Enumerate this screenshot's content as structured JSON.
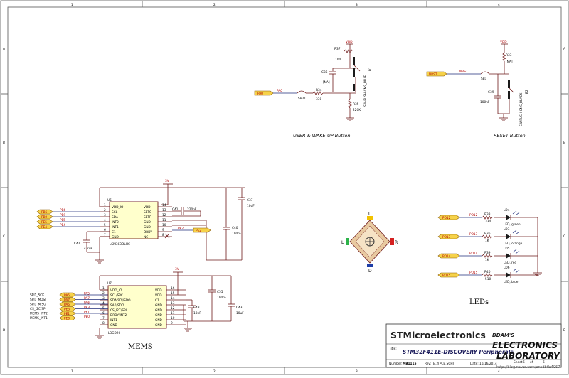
{
  "frame": {
    "cols": [
      "1",
      "2",
      "3",
      "4"
    ],
    "rows": [
      "A",
      "B",
      "C",
      "D"
    ]
  },
  "user_button": {
    "vdd": "VDD",
    "r37": "R37",
    "r37_val": "100",
    "c36": "C36",
    "c36_val": "[NA]",
    "r34": "R34",
    "r34_val": "330",
    "r35": "R35",
    "r35_val": "220K",
    "sb21": "SB21",
    "net": "PA0",
    "port": "PA0",
    "switch": "SW-PUSH-CMS_BLUE",
    "b1": "B1",
    "caption": "USER & WAKE-UP Button"
  },
  "reset_button": {
    "vdd": "VDD",
    "r33": "R33",
    "r33_val": "[NA]",
    "c39": "C39",
    "c39_val": "100nF",
    "sb1": "SB1",
    "net": "NRST",
    "port": "NRST",
    "switch": "SW-PUSH-CMS_BLACK",
    "b2": "B2",
    "caption": "RESET Button"
  },
  "lsm": {
    "ref": "U5",
    "part": "LSM303DLHC",
    "supply": "3V",
    "left_pins": [
      {
        "name": "VDD_IO",
        "num": "1"
      },
      {
        "name": "SCL",
        "num": "2"
      },
      {
        "name": "SDA",
        "num": "3"
      },
      {
        "name": "INT2",
        "num": "4"
      },
      {
        "name": "INT1",
        "num": "5"
      },
      {
        "name": "C1",
        "num": "6"
      },
      {
        "name": "GND",
        "num": "7"
      }
    ],
    "right_pins": [
      {
        "name": "VDD",
        "num": "14"
      },
      {
        "name": "SETC",
        "num": "13"
      },
      {
        "name": "SETP",
        "num": "12"
      },
      {
        "name": "GND",
        "num": "11"
      },
      {
        "name": "GND",
        "num": "10"
      },
      {
        "name": "DRDY",
        "num": "9"
      },
      {
        "name": "NC",
        "num": "8"
      }
    ],
    "ports": [
      {
        "port": "PB6",
        "net": "PB6"
      },
      {
        "port": "PB9",
        "net": "PB9"
      },
      {
        "port": "PE5",
        "net": "PE5"
      },
      {
        "port": "PE4",
        "net": "PE4"
      }
    ],
    "drdy_net": "PE2",
    "drdy_port": "PE2",
    "c41": "C41",
    "c41_val": "220nF",
    "c42": "C42",
    "c42_val": "4.7uF",
    "c40": "C40",
    "c40_val": "100nF",
    "c37": "C37",
    "c37_val": "10uF"
  },
  "l3gd": {
    "ref": "U7",
    "part": "L3GD20",
    "supply": "3V",
    "left_pins": [
      {
        "name": "VDD_IO",
        "num": "1"
      },
      {
        "name": "SCL/SPC",
        "num": "2"
      },
      {
        "name": "SDA/SDI/SDO",
        "num": "3"
      },
      {
        "name": "SA0/SDO",
        "num": "4"
      },
      {
        "name": "CS_I2C/SPI",
        "num": "5"
      },
      {
        "name": "DRDY/INT2",
        "num": "6"
      },
      {
        "name": "INT1",
        "num": "7"
      },
      {
        "name": "GND",
        "num": "8"
      }
    ],
    "right_pins": [
      {
        "name": "VDD",
        "num": "16"
      },
      {
        "name": "VDD",
        "num": "15"
      },
      {
        "name": "C1",
        "num": "14"
      },
      {
        "name": "GND",
        "num": "13"
      },
      {
        "name": "GND",
        "num": "12"
      },
      {
        "name": "GND",
        "num": "11"
      },
      {
        "name": "GND",
        "num": "10"
      },
      {
        "name": "GND",
        "num": "9"
      }
    ],
    "signals": [
      {
        "label": "SPI1_SCK",
        "port": "PA5",
        "net": "PA5"
      },
      {
        "label": "SPI1_MOSI",
        "port": "PA7",
        "net": "PA7"
      },
      {
        "label": "SPI1_MISO",
        "port": "PA6",
        "net": "PA6"
      },
      {
        "label": "CS_I2C/SPI",
        "port": "PE3",
        "net": "PE3"
      },
      {
        "label": "MEMS_INT2",
        "port": "PE1",
        "net": "PE1"
      },
      {
        "label": "MEMS_INT1",
        "port": "PE0",
        "net": "PE0"
      }
    ],
    "c48": "C48",
    "c48_val": "10nF",
    "c55": "C55",
    "c55_val": "100nF",
    "c43": "C43",
    "c43_val": "10uF",
    "caption": "MEMS"
  },
  "joystick": {
    "up": "U",
    "down": "D",
    "left": "L",
    "right": "R"
  },
  "leds": {
    "items": [
      {
        "port": "PD12",
        "net": "PD12",
        "r": "R38",
        "rv": "330",
        "ld": "LD4",
        "color_name": "LED, green"
      },
      {
        "port": "PD13",
        "net": "PD13",
        "r": "R36",
        "rv": "1K",
        "ld": "LD3",
        "color_name": "LED, orange"
      },
      {
        "port": "PD14",
        "net": "PD14",
        "r": "R39",
        "rv": "1K",
        "ld": "LD5",
        "color_name": "LED, red"
      },
      {
        "port": "PD15",
        "net": "PD15",
        "r": "R40",
        "rv": "510",
        "ld": "LD6",
        "color_name": "LED, blue"
      }
    ],
    "caption": "LEDs"
  },
  "title_block": {
    "company": "STMicroelectronics",
    "title_label": "Title:",
    "title": "STM32F411E-DISCOVERY Peripherals",
    "number_label": "Number:",
    "number": "MB1115",
    "rev_label": "Rev:",
    "rev": "B.2(PCB.SCH)",
    "date_label": "Date:",
    "date": "10/16/2014",
    "sheet_label": "Sheet",
    "sheet": "6",
    "of_label": "of",
    "of": "6",
    "logo_top": "DDAM'S",
    "logo_mid": "ELECTRONICS",
    "logo_bot": "LABORATORY",
    "url": "http://blog.naver.com/ansdbtls4067"
  },
  "colors": {
    "wire": "#6e1a1a",
    "net_wire": "#1f2c7a",
    "chip": "#ffffcc",
    "port": "#f6d24a",
    "joy_up": "#f2c200",
    "joy_down": "#1f3ea8",
    "joy_left": "#2db34a",
    "joy_right": "#d42020"
  }
}
